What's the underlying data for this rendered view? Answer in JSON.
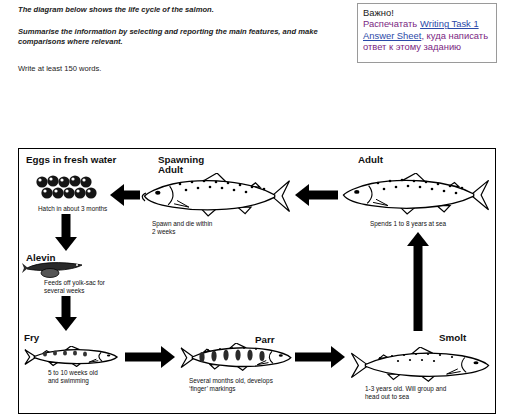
{
  "diagram": {
    "nodes": [
      {
        "text": [
          "Важно!",
          "Распечатать",
          "Writing Task 1 Answer Sheet",
          ", куда написать ответ к этому заданию"
        ]
      },
      {
        "text": [
          "Eggs in fresh water",
          "Hatch in about 3 months"
        ]
      },
      {
        "text": [
          "Spawning Adult",
          "Spawn and die within 2 weeks"
        ]
      },
      {
        "text": [
          "Adult",
          "Spends 1 to 8 years at sea"
        ]
      },
      {
        "text": [
          "Alevin",
          "Feeds off yolk-sac for several weeks"
        ]
      },
      {
        "text": [
          "Fry",
          "5 to 10 weeks old and swimming"
        ]
      },
      {
        "text": [
          "Parr",
          "Several months old, develops ‘finger’ markings"
        ]
      },
      {
        "text": [
          "Smolt",
          "1-3 years old. Will group and head out to sea"
        ]
      }
    ],
    "edges": [
      {
        "from": 1,
        "to": 4,
        "arrow": "to"
      },
      {
        "from": 4,
        "to": 5,
        "arrow": "to"
      },
      {
        "from": 5,
        "to": 6,
        "arrow": "to"
      },
      {
        "from": 6,
        "to": 7,
        "arrow": "to"
      },
      {
        "from": 7,
        "to": 3,
        "arrow": "to"
      },
      {
        "from": 3,
        "to": 2,
        "arrow": "to"
      },
      {
        "from": 2,
        "to": 1,
        "arrow": "to"
      }
    ],
    "labels": [
      "The diagram below shows the life cycle of the salmon.",
      "Summarise the information by selecting and reporting the main features, and make comparisons where relevant.",
      "Write at least 150 words."
    ]
  }
}
